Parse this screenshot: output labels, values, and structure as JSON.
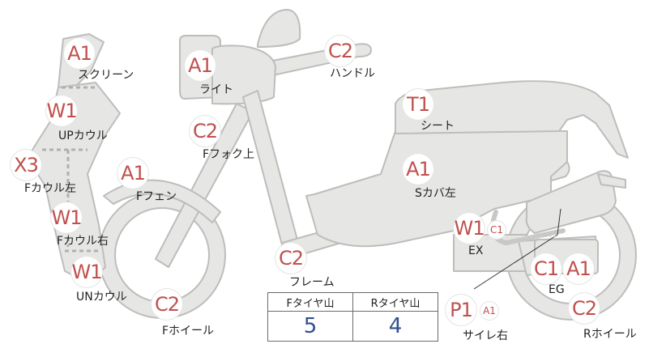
{
  "colors": {
    "badge_text": "#c0504d",
    "label_text": "#222222",
    "part_fill": "#e6e6e4",
    "part_stroke": "#bdbdbb",
    "tire_value": "#2f4f8f"
  },
  "parts": [
    {
      "id": "screen",
      "grade": "A1",
      "label": "スクリーン"
    },
    {
      "id": "light",
      "grade": "A1",
      "label": "ライト"
    },
    {
      "id": "handle",
      "grade": "C2",
      "label": "ハンドル"
    },
    {
      "id": "seat",
      "grade": "T1",
      "label": "シート"
    },
    {
      "id": "up-cowl",
      "grade": "W1",
      "label": "UPカウル"
    },
    {
      "id": "f-fork-upper",
      "grade": "C2",
      "label": "Fフォク上"
    },
    {
      "id": "f-cowl-left",
      "grade": "X3",
      "label": "Fカウル左"
    },
    {
      "id": "f-fender",
      "grade": "A1",
      "label": "Fフェン"
    },
    {
      "id": "s-cover-left",
      "grade": "A1",
      "label": "Sカバ左"
    },
    {
      "id": "f-cowl-right",
      "grade": "W1",
      "label": "Fカウル右"
    },
    {
      "id": "exhaust",
      "grade": "W1",
      "grade2": "C1",
      "label": "EX"
    },
    {
      "id": "frame",
      "grade": "C2",
      "label": "フレーム"
    },
    {
      "id": "under-cowl",
      "grade": "W1",
      "label": "UNカウル"
    },
    {
      "id": "engine",
      "grade": "C1",
      "grade2": "A1",
      "label": "EG"
    },
    {
      "id": "f-wheel",
      "grade": "C2",
      "label": "Fホイール"
    },
    {
      "id": "muffler-right",
      "grade": "P1",
      "grade2": "A1",
      "label": "サイレ右"
    },
    {
      "id": "r-wheel",
      "grade": "C2",
      "label": "Rホイール"
    }
  ],
  "tire_table": {
    "headers": [
      "Fタイヤ山",
      "Rタイヤ山"
    ],
    "values": [
      "5",
      "4"
    ]
  }
}
